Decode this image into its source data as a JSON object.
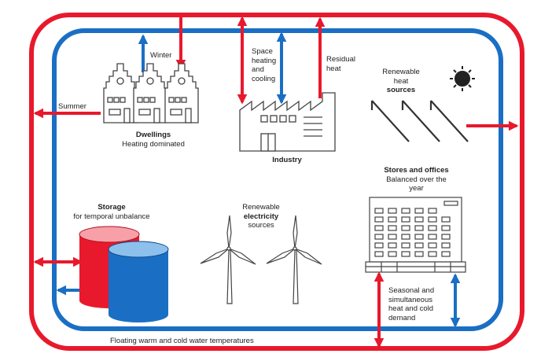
{
  "labels": {
    "winter": "Winter",
    "summer": "Summer",
    "space_heating": [
      "Space",
      "heating",
      "and",
      "cooling"
    ],
    "residual_heat": [
      "Residual",
      "heat"
    ],
    "renewable_heat": {
      "line1": "Renewable",
      "line2": "heat",
      "line3": "sources"
    },
    "dwellings": {
      "title": "Dwellings",
      "subtitle": "Heating dominated"
    },
    "industry": "Industry",
    "stores": {
      "title": "Stores and offices",
      "line2": "Balanced over the",
      "line3": "year"
    },
    "storage": {
      "title": "Storage",
      "subtitle": "for temporal unbalance"
    },
    "renewable_electricity": {
      "line1": "Renewable",
      "line2": "electricity",
      "line3": "sources"
    },
    "seasonal": [
      "Seasonal and",
      "simultaneous",
      "heat and cold",
      "demand"
    ],
    "floating": "Floating warm and cold water temperatures"
  },
  "colors": {
    "warm": "#e8192c",
    "cold": "#1a6fc4",
    "stroke": "#444444"
  }
}
